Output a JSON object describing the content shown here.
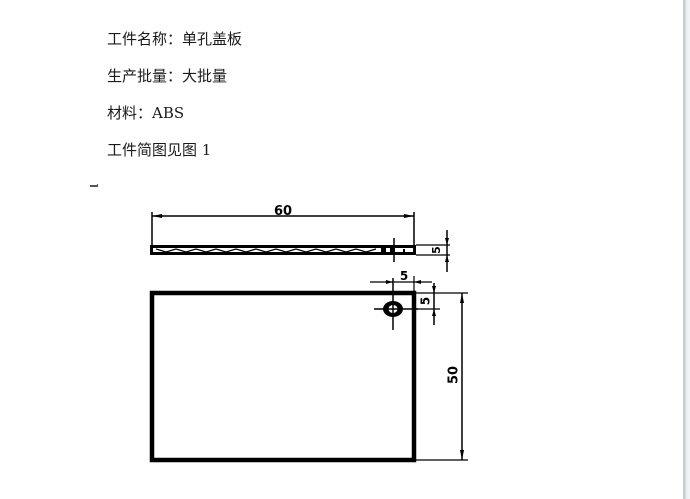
{
  "document": {
    "paragraphs": [
      {
        "label": "工件名称",
        "sep": "：",
        "value": "单孔盖板",
        "text": "工件名称：单孔盖板"
      },
      {
        "label": "生产批量",
        "sep": "：",
        "value": "大批量",
        "text": "生产批量：大批量"
      },
      {
        "label": "材料",
        "sep": "：",
        "value": "ABS",
        "text": "材料：ABS"
      },
      {
        "text": "工件简图见图 1"
      }
    ]
  },
  "drawing": {
    "dimensions": {
      "length": "60",
      "thickness": "5",
      "hole_offset_x": "5",
      "hole_offset_y": "5",
      "width": "50"
    },
    "colors": {
      "line": "#000000",
      "page_border": "#c9ccd0"
    }
  }
}
